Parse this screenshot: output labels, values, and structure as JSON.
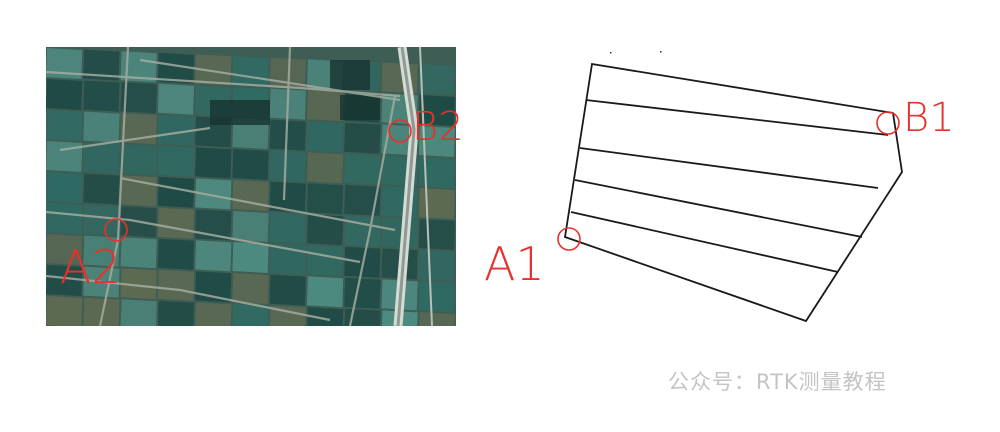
{
  "labels": {
    "a2": "A2",
    "b2": "B2",
    "a1": "A1",
    "b1": "B1"
  },
  "watermark": "公众号：RTK测量教程",
  "colors": {
    "annotation": "#e8302c",
    "outline": "#1a1a1a",
    "watermark": "#c4c4c4",
    "field_dark": "#1f4a46",
    "field_mid": "#2f6a63",
    "field_light": "#4d8a80",
    "field_earth": "#5d6a52",
    "road": "#9aa39a",
    "canal": "#cdd2cc"
  },
  "figures": [
    {
      "id": "satellite-image",
      "description_icon": "satellite-map"
    },
    {
      "id": "field-sketch",
      "description_icon": "polygon-drawing"
    }
  ]
}
